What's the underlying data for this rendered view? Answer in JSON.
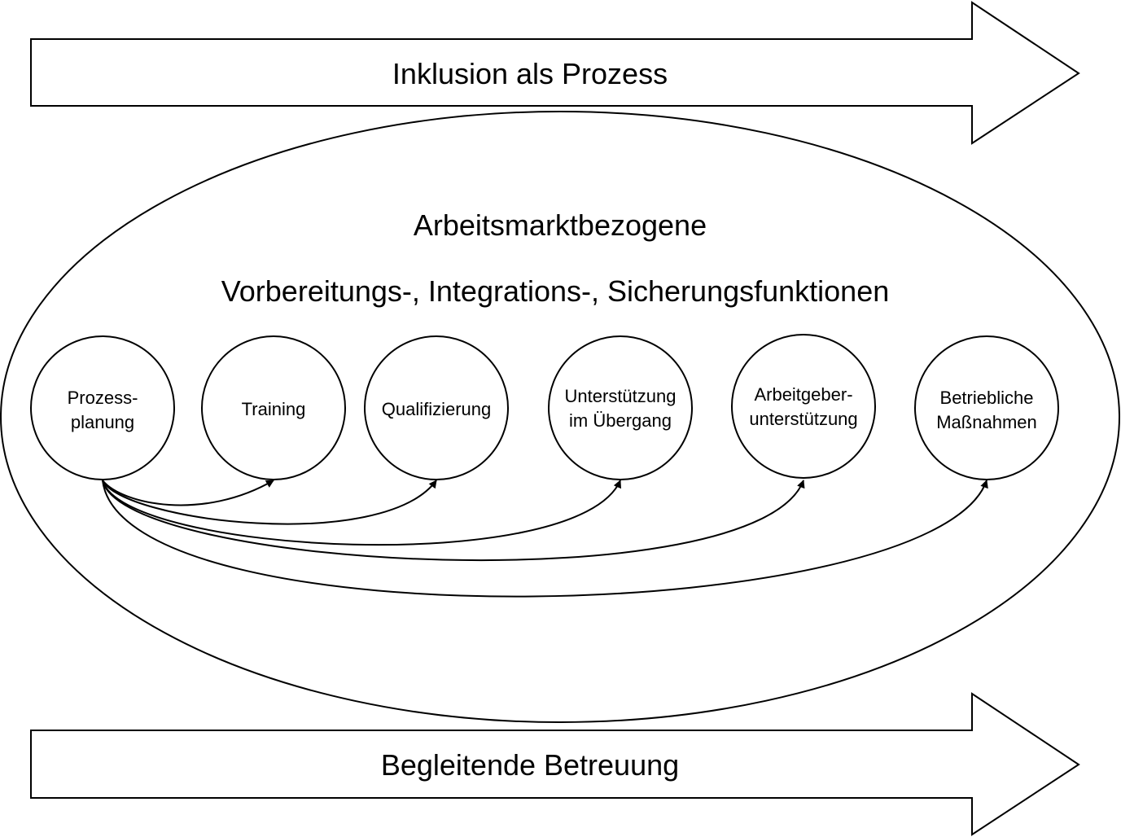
{
  "top_arrow": {
    "label": "Inklusion als Prozess"
  },
  "bottom_arrow": {
    "label": "Begleitende Betreuung"
  },
  "ellipse": {
    "title_line1": "Arbeitsmarktbezogene",
    "title_line2": "Vorbereitungs-, Integrations-, Sicherungsfunktionen"
  },
  "nodes": [
    {
      "id": "prozessplanung",
      "line1": "Prozess-",
      "line2": "planung"
    },
    {
      "id": "training",
      "line1": "Training",
      "line2": ""
    },
    {
      "id": "qualifizierung",
      "line1": "Qualifizierung",
      "line2": ""
    },
    {
      "id": "unterstuetzung-uebergang",
      "line1": "Unterstützung",
      "line2": "im Übergang"
    },
    {
      "id": "arbeitgeberunterstuetzung",
      "line1": "Arbeitgeber-",
      "line2": "unterstützung"
    },
    {
      "id": "betriebliche-massnahmen",
      "line1": "Betriebliche",
      "line2": "Maßnahmen"
    }
  ],
  "connections": [
    {
      "from": "prozessplanung",
      "to": "training"
    },
    {
      "from": "prozessplanung",
      "to": "qualifizierung"
    },
    {
      "from": "prozessplanung",
      "to": "unterstuetzung-uebergang"
    },
    {
      "from": "prozessplanung",
      "to": "arbeitgeberunterstuetzung"
    },
    {
      "from": "prozessplanung",
      "to": "betriebliche-massnahmen"
    }
  ]
}
